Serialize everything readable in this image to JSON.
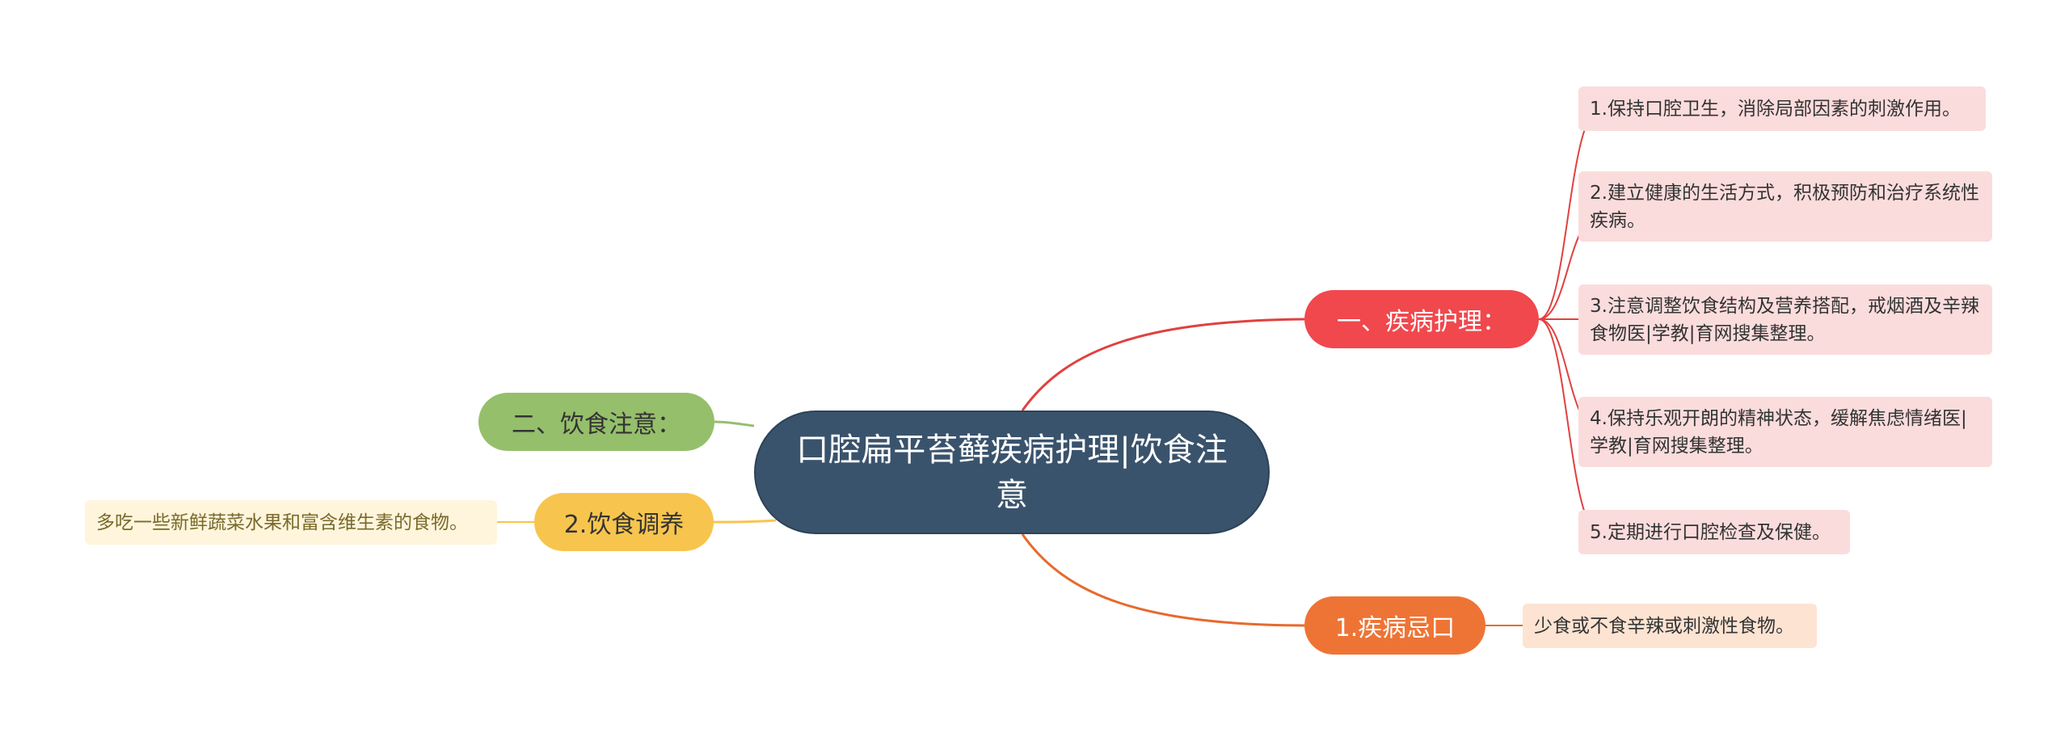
{
  "center": {
    "title": "口腔扁平苔藓疾病护理|饮食注意"
  },
  "branches": {
    "care": {
      "label": "一、疾病护理：",
      "color": "#f0484d",
      "items": [
        "1.保持口腔卫生，消除局部因素的刺激作用。",
        "2.建立健康的生活方式，积极预防和治疗系统性疾病。",
        "3.注意调整饮食结构及营养搭配，戒烟酒及辛辣食物医|学教|育网搜集整理。",
        "4.保持乐观开朗的精神状态，缓解焦虑情绪医|学教|育网搜集整理。",
        "5.定期进行口腔检查及保健。"
      ]
    },
    "avoid": {
      "label": "1.疾病忌口",
      "color": "#ee7435",
      "items": [
        "少食或不食辛辣或刺激性食物。"
      ]
    },
    "diet_notes": {
      "label": "二、饮食注意：",
      "color": "#95bf6b"
    },
    "diet_care": {
      "label": "2.饮食调养",
      "color": "#f7c54e",
      "items": [
        "多吃一些新鲜蔬菜水果和富含维生素的食物。"
      ]
    }
  }
}
